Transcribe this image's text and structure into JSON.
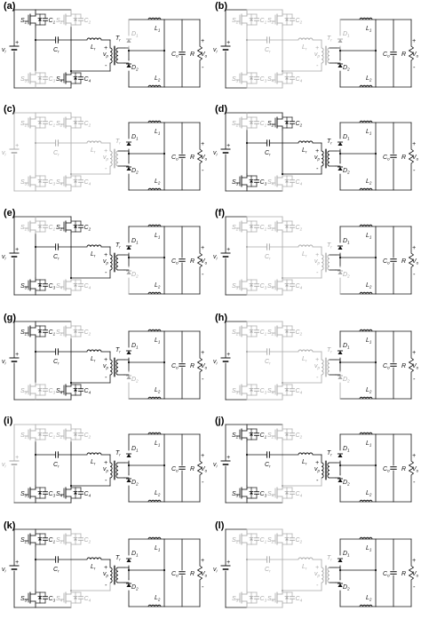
{
  "colors": {
    "active": "#111111",
    "inactive": "#a9a9a9",
    "background": "#ffffff"
  },
  "labels": {
    "vi": "v",
    "vi_sub": "i",
    "cr": "C",
    "cr_sub": "r",
    "lr": "L",
    "lr_sub": "r",
    "tr": "T",
    "tr_sub": "r",
    "vp": "v",
    "vp_sub": "p",
    "d1": "D",
    "d1_sub": "1",
    "d2": "D",
    "d2_sub": "2",
    "l1": "L",
    "l1_sub": "1",
    "l2": "L",
    "l2_sub": "2",
    "co": "C",
    "co_sub": "o",
    "r": "R",
    "vo": "V",
    "vo_sub": "o",
    "plus": "+",
    "minus": "-"
  },
  "panels": [
    {
      "id": "a",
      "label": "(a)",
      "input": true,
      "switches": [
        true,
        false,
        false,
        true
      ],
      "diodes": [
        false,
        true
      ]
    },
    {
      "id": "b",
      "label": "(b)",
      "input": true,
      "switches": [
        false,
        false,
        false,
        false
      ],
      "diodes": [
        false,
        true
      ]
    },
    {
      "id": "c",
      "label": "(c)",
      "input": false,
      "switches": [
        false,
        false,
        false,
        false
      ],
      "diodes": [
        true,
        true
      ]
    },
    {
      "id": "d",
      "label": "(d)",
      "input": true,
      "switches": [
        false,
        true,
        true,
        false
      ],
      "diodes": [
        true,
        true
      ]
    },
    {
      "id": "e",
      "label": "(e)",
      "input": true,
      "switches": [
        false,
        true,
        true,
        false
      ],
      "diodes": [
        true,
        false
      ]
    },
    {
      "id": "f",
      "label": "(f)",
      "input": true,
      "switches": [
        false,
        false,
        false,
        false
      ],
      "diodes": [
        true,
        false
      ]
    },
    {
      "id": "g",
      "label": "(g)",
      "input": true,
      "switches": [
        true,
        false,
        false,
        true
      ],
      "diodes": [
        true,
        false
      ]
    },
    {
      "id": "h",
      "label": "(h)",
      "input": true,
      "switches": [
        false,
        false,
        false,
        false
      ],
      "diodes": [
        true,
        false
      ]
    },
    {
      "id": "i",
      "label": "(i)",
      "input": false,
      "switches": [
        false,
        false,
        true,
        true
      ],
      "diodes": [
        true,
        true
      ]
    },
    {
      "id": "j",
      "label": "(j)",
      "input": true,
      "switches": [
        true,
        false,
        true,
        false
      ],
      "diodes": [
        true,
        true
      ]
    },
    {
      "id": "k",
      "label": "(k)",
      "input": true,
      "switches": [
        true,
        false,
        true,
        false
      ],
      "diodes": [
        true,
        true
      ]
    },
    {
      "id": "l",
      "label": "(l)",
      "input": true,
      "switches": [
        false,
        false,
        false,
        false
      ],
      "diodes": [
        true,
        true
      ]
    }
  ]
}
